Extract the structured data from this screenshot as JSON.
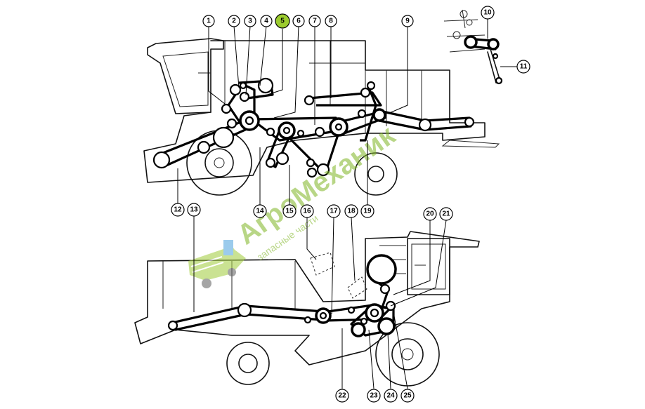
{
  "callouts": [
    {
      "id": "1",
      "label": "1"
    },
    {
      "id": "2",
      "label": "2"
    },
    {
      "id": "3",
      "label": "3"
    },
    {
      "id": "4",
      "label": "4"
    },
    {
      "id": "5",
      "label": "5",
      "highlighted": true
    },
    {
      "id": "6",
      "label": "6"
    },
    {
      "id": "7",
      "label": "7"
    },
    {
      "id": "8",
      "label": "8"
    },
    {
      "id": "9",
      "label": "9"
    },
    {
      "id": "10",
      "label": "10"
    },
    {
      "id": "11",
      "label": "11"
    },
    {
      "id": "12",
      "label": "12"
    },
    {
      "id": "13",
      "label": "13"
    },
    {
      "id": "14",
      "label": "14"
    },
    {
      "id": "15",
      "label": "15"
    },
    {
      "id": "16",
      "label": "16"
    },
    {
      "id": "17",
      "label": "17"
    },
    {
      "id": "18",
      "label": "18"
    },
    {
      "id": "19",
      "label": "19"
    },
    {
      "id": "20",
      "label": "20"
    },
    {
      "id": "21",
      "label": "21"
    },
    {
      "id": "22",
      "label": "22"
    },
    {
      "id": "23",
      "label": "23"
    },
    {
      "id": "24",
      "label": "24"
    },
    {
      "id": "25",
      "label": "25"
    }
  ],
  "watermark": {
    "brand": "АгроМеханик",
    "tagline": "запасные части"
  },
  "colors": {
    "line": "#000000",
    "highlight": "#9ccc2f",
    "watermark": "#7fb524"
  }
}
